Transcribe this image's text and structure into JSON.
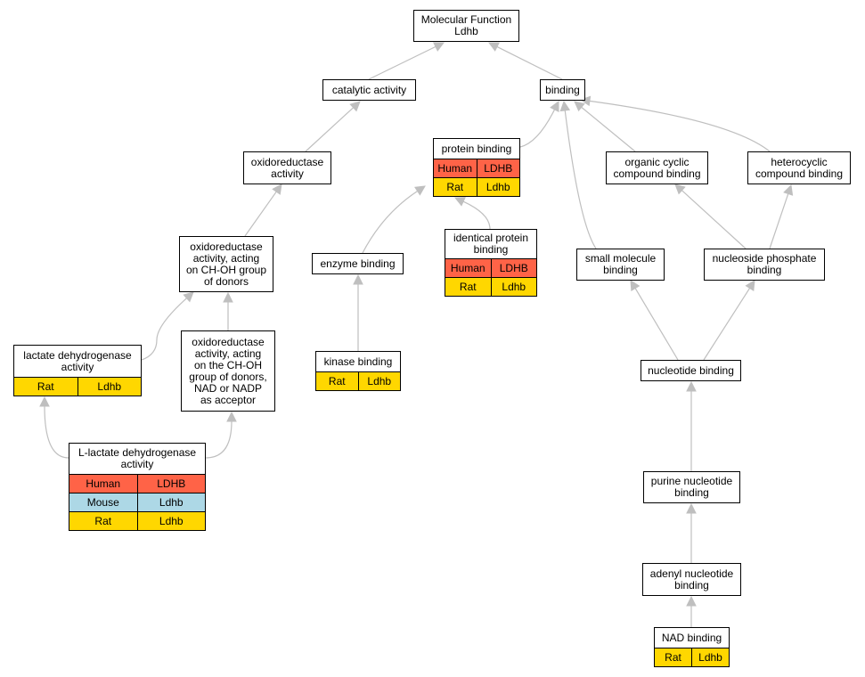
{
  "colors": {
    "human": "#ff6347",
    "mouse": "#add8e6",
    "rat": "#ffd700",
    "edge": "#bfbfbf"
  },
  "nodes": {
    "molecular_function": {
      "label": "Molecular Function\nLdhb",
      "rows": []
    },
    "catalytic_activity": {
      "label": "catalytic activity",
      "rows": []
    },
    "binding": {
      "label": "binding",
      "rows": []
    },
    "oxidoreductase_activity": {
      "label": "oxidoreductase\nactivity",
      "rows": []
    },
    "protein_binding": {
      "label": "protein binding",
      "rows": [
        {
          "species": "Human",
          "gene": "LDHB",
          "color": "human"
        },
        {
          "species": "Rat",
          "gene": "Ldhb",
          "color": "rat"
        }
      ]
    },
    "organic_cyclic": {
      "label": "organic cyclic\ncompound binding",
      "rows": []
    },
    "heterocyclic": {
      "label": "heterocyclic\ncompound binding",
      "rows": []
    },
    "oxidoreductase_choh": {
      "label": "oxidoreductase\nactivity, acting\non CH-OH group\nof donors",
      "rows": []
    },
    "enzyme_binding": {
      "label": "enzyme binding",
      "rows": []
    },
    "identical_protein": {
      "label": "identical protein\nbinding",
      "rows": [
        {
          "species": "Human",
          "gene": "LDHB",
          "color": "human"
        },
        {
          "species": "Rat",
          "gene": "Ldhb",
          "color": "rat"
        }
      ]
    },
    "small_molecule": {
      "label": "small molecule\nbinding",
      "rows": []
    },
    "nucleoside_phosphate": {
      "label": "nucleoside phosphate\nbinding",
      "rows": []
    },
    "lactate_dh": {
      "label": "lactate dehydrogenase\nactivity",
      "rows": [
        {
          "species": "Rat",
          "gene": "Ldhb",
          "color": "rat"
        }
      ]
    },
    "oxidoreductase_nad": {
      "label": "oxidoreductase\nactivity, acting\non the CH-OH\ngroup of donors,\nNAD or NADP\nas acceptor",
      "rows": []
    },
    "kinase_binding": {
      "label": "kinase binding",
      "rows": [
        {
          "species": "Rat",
          "gene": "Ldhb",
          "color": "rat"
        }
      ]
    },
    "nucleotide_binding": {
      "label": "nucleotide binding",
      "rows": []
    },
    "l_lactate_dh": {
      "label": "L-lactate dehydrogenase\nactivity",
      "rows": [
        {
          "species": "Human",
          "gene": "LDHB",
          "color": "human"
        },
        {
          "species": "Mouse",
          "gene": "Ldhb",
          "color": "mouse"
        },
        {
          "species": "Rat",
          "gene": "Ldhb",
          "color": "rat"
        }
      ]
    },
    "purine_nucleotide": {
      "label": "purine nucleotide\nbinding",
      "rows": []
    },
    "adenyl_nucleotide": {
      "label": "adenyl nucleotide\nbinding",
      "rows": []
    },
    "nad_binding": {
      "label": "NAD binding",
      "rows": [
        {
          "species": "Rat",
          "gene": "Ldhb",
          "color": "rat"
        }
      ]
    }
  },
  "edges": [
    {
      "from": "catalytic_activity",
      "to": "molecular_function"
    },
    {
      "from": "binding",
      "to": "molecular_function"
    },
    {
      "from": "oxidoreductase_activity",
      "to": "catalytic_activity"
    },
    {
      "from": "protein_binding",
      "to": "binding"
    },
    {
      "from": "organic_cyclic",
      "to": "binding"
    },
    {
      "from": "heterocyclic",
      "to": "binding"
    },
    {
      "from": "small_molecule",
      "to": "binding"
    },
    {
      "from": "oxidoreductase_choh",
      "to": "oxidoreductase_activity"
    },
    {
      "from": "enzyme_binding",
      "to": "protein_binding"
    },
    {
      "from": "identical_protein",
      "to": "protein_binding"
    },
    {
      "from": "nucleoside_phosphate",
      "to": "organic_cyclic"
    },
    {
      "from": "nucleoside_phosphate",
      "to": "heterocyclic"
    },
    {
      "from": "lactate_dh",
      "to": "oxidoreductase_choh"
    },
    {
      "from": "oxidoreductase_nad",
      "to": "oxidoreductase_choh"
    },
    {
      "from": "kinase_binding",
      "to": "enzyme_binding"
    },
    {
      "from": "nucleotide_binding",
      "to": "small_molecule"
    },
    {
      "from": "nucleotide_binding",
      "to": "nucleoside_phosphate"
    },
    {
      "from": "l_lactate_dh",
      "to": "lactate_dh"
    },
    {
      "from": "l_lactate_dh",
      "to": "oxidoreductase_nad"
    },
    {
      "from": "purine_nucleotide",
      "to": "nucleotide_binding"
    },
    {
      "from": "adenyl_nucleotide",
      "to": "purine_nucleotide"
    },
    {
      "from": "nad_binding",
      "to": "adenyl_nucleotide"
    }
  ]
}
